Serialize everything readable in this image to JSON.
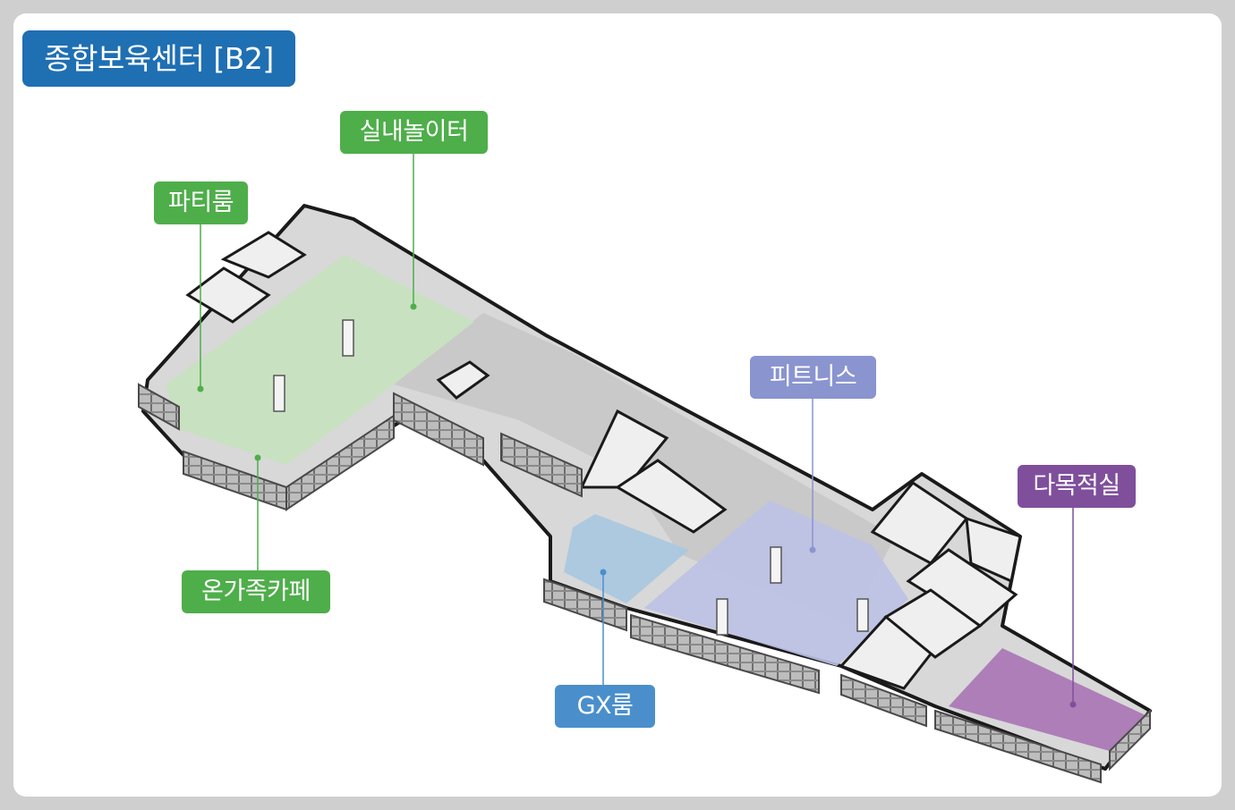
{
  "title": "종합보육센터 [B2]",
  "colors": {
    "green": "#4eae4a",
    "blue": "#4a8fcb",
    "lavender": "#8a94cf",
    "purple": "#7f4f9c",
    "title_bg": "#1f6fb3"
  },
  "areas": {
    "party_room": "파티룸",
    "indoor_playground": "실내놀이터",
    "family_cafe": "온가족카페",
    "fitness": "피트니스",
    "gx_room": "GX룸",
    "multipurpose_room": "다목적실"
  }
}
